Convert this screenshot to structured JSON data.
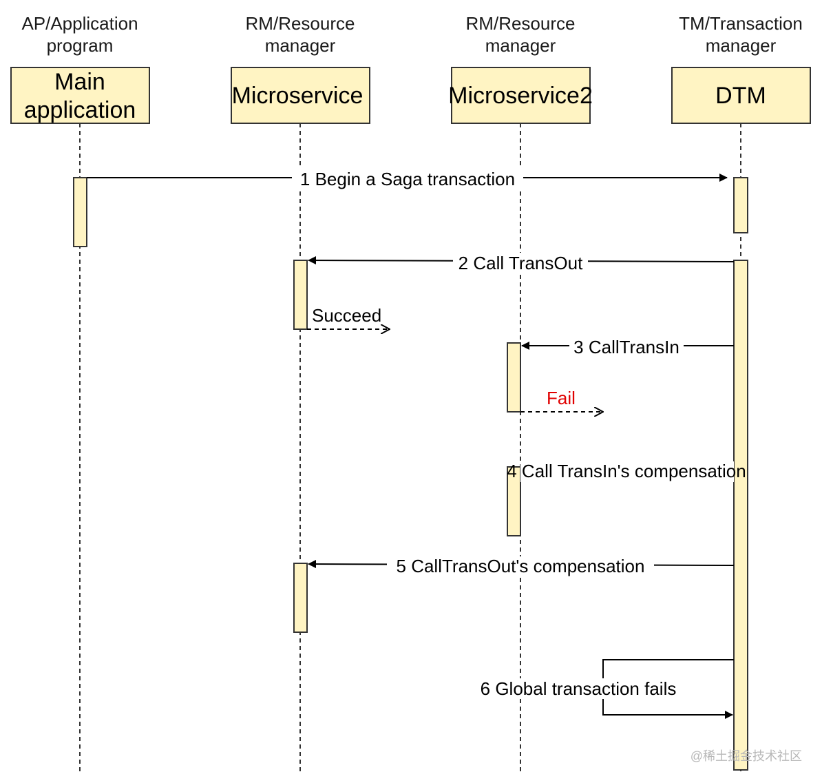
{
  "participants": [
    {
      "role": [
        "AP/Application",
        "program"
      ],
      "name": [
        "Main",
        "application"
      ]
    },
    {
      "role": [
        "RM/Resource",
        "manager"
      ],
      "name": [
        "Microservice"
      ]
    },
    {
      "role": [
        "RM/Resource",
        "manager"
      ],
      "name": [
        "Microservice2"
      ]
    },
    {
      "role": [
        "TM/Transaction",
        "manager"
      ],
      "name": [
        "DTM"
      ]
    }
  ],
  "messages": {
    "m1": "1 Begin a Saga transaction",
    "m2": "2 Call TransOut",
    "succeed": "Succeed",
    "m3": "3 CallTransIn",
    "fail": "Fail",
    "m4": "4 Call TransIn's compensation",
    "m5": "5 CallTransOut's compensation",
    "m6": "6 Global transaction fails"
  },
  "watermark": "@稀土掘金技术社区",
  "colors": {
    "box_fill": "#fff4c3",
    "fail_text": "#e00000"
  }
}
